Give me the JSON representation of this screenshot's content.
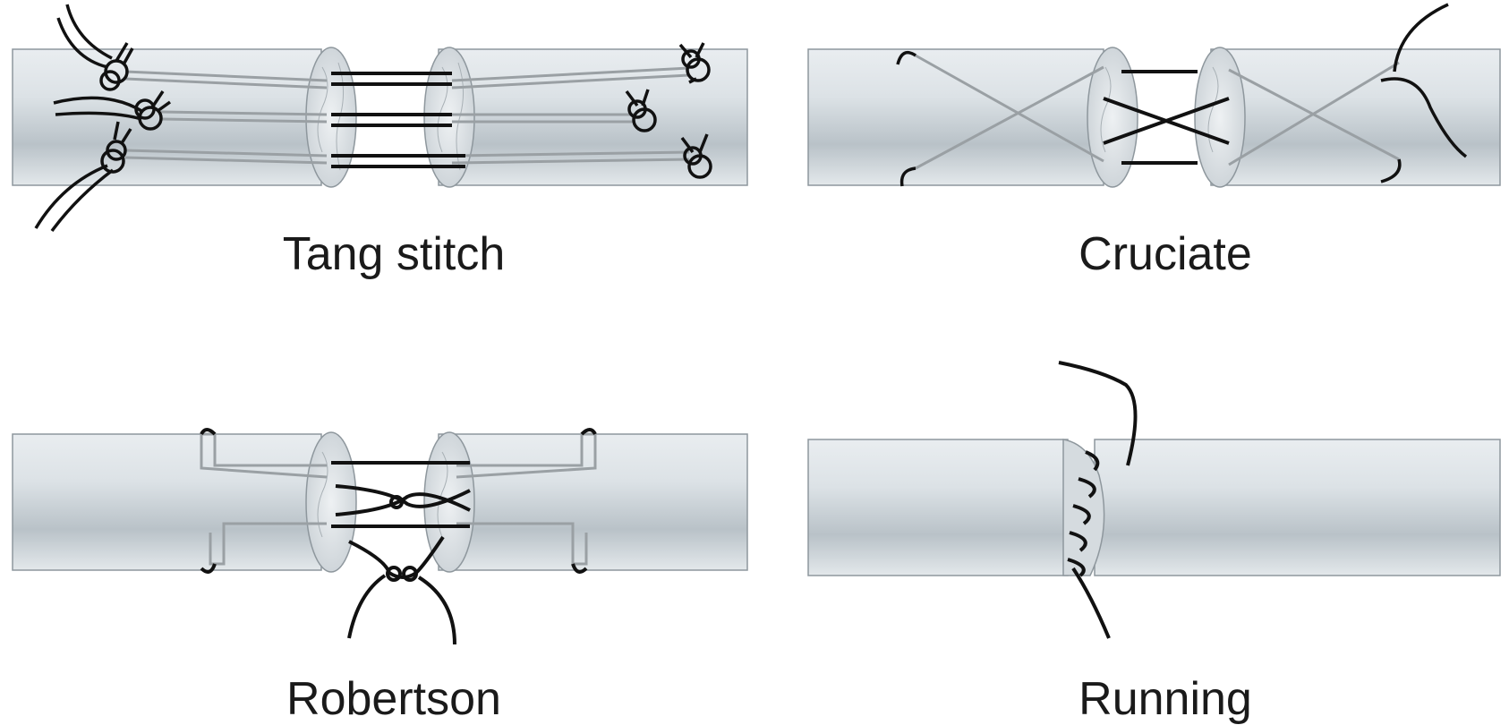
{
  "panels": [
    {
      "caption": "Tang stitch"
    },
    {
      "caption": "Cruciate"
    },
    {
      "caption": "Robertson"
    },
    {
      "caption": "Running"
    }
  ],
  "colors": {
    "tendon_fill": "#e3e7ea",
    "tendon_shadow": "#bcc4ca",
    "tendon_edge": "#8e979d",
    "suture_dark": "#111111",
    "suture_inside": "#9aa0a4",
    "caption_text": "#1a1a1a"
  }
}
